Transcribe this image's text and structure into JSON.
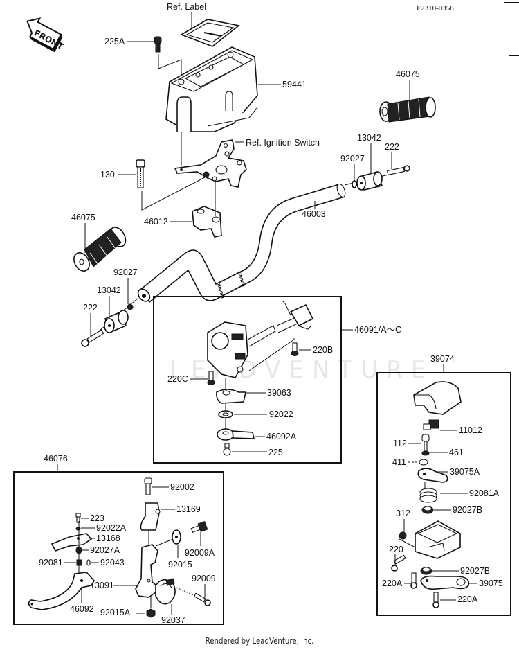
{
  "diagram": {
    "code": "F2310-0358",
    "front_label": "FRONT",
    "watermark": "LEADVENTURE",
    "footer": "Rendered by LeadVenture, Inc.",
    "parts": {
      "ref_label": "Ref. Label",
      "p225A": "225A",
      "p59441": "59441",
      "p46075_right": "46075",
      "ref_ignition": "Ref. Ignition Switch",
      "p130": "130",
      "p92027_right": "92027",
      "p13042_right": "13042",
      "p222_right": "222",
      "p46012": "46012",
      "p46003": "46003",
      "p46075_left": "46075",
      "p92027_left": "92027",
      "p13042_left": "13042",
      "p222_left": "222"
    },
    "switch_group": {
      "assembly": "46091/A〜C",
      "p220B": "220B",
      "p220C": "220C",
      "p39063": "39063",
      "p92022": "92022",
      "p46092A": "46092A",
      "p225": "225"
    },
    "throttle_group": {
      "assembly": "39074",
      "p11012": "11012",
      "p112": "112",
      "p461": "461",
      "p411": "411",
      "p39075A": "39075A",
      "p92081A": "92081A",
      "p312": "312",
      "p92027B_top": "92027B",
      "p220": "220",
      "p92027B_bottom": "92027B",
      "p220A_left": "220A",
      "p39075": "39075",
      "p220A_bottom": "220A"
    },
    "lever_group": {
      "assembly": "46076",
      "p92002": "92002",
      "p13169": "13169",
      "p223": "223",
      "p92022A": "92022A",
      "p13168": "13168",
      "p92027A": "92027A",
      "p92081": "92081",
      "p92043": "92043",
      "p92009A": "92009A",
      "p92015": "92015",
      "p13091": "13091",
      "p92009": "92009",
      "p46092": "46092",
      "p92015A": "92015A",
      "p92037": "92037"
    }
  }
}
